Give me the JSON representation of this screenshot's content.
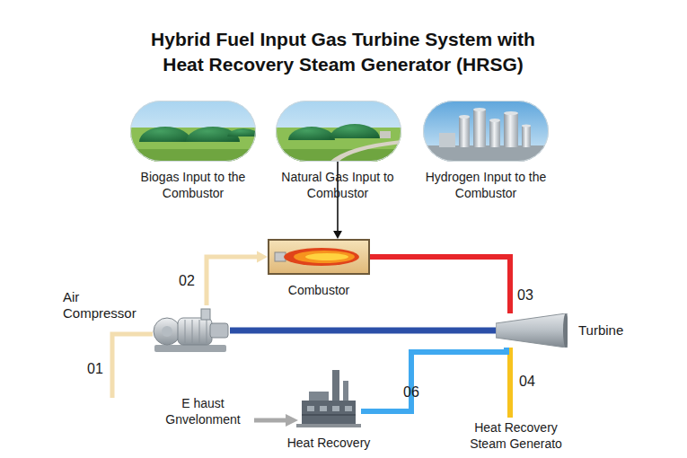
{
  "diagram": {
    "title": "Hybrid Fuel Input Gas Turbine System with Heat Recovery Steam Generator (HRSG)",
    "nodes": [
      {
        "text": [
          "Biogas Input to the Combustor"
        ]
      },
      {
        "text": [
          "Natural Gas Input to Combustor"
        ]
      },
      {
        "text": [
          "Hydrogen Input to the Combustor"
        ]
      },
      {
        "text": [
          "Combustor"
        ]
      },
      {
        "text": [
          "Air Compressor"
        ]
      },
      {
        "text": [
          "Turbine"
        ]
      },
      {
        "text": [
          "Heat Recovery"
        ]
      },
      {
        "text": [
          "Heat Recovery Steam Generato"
        ]
      }
    ],
    "edges": [
      {
        "from": 1,
        "to": 3,
        "arrow": "to"
      },
      {
        "from": 4,
        "to": 3,
        "label": "02",
        "arrow": "to"
      },
      {
        "from": 3,
        "to": 5,
        "label": "03",
        "arrow": "none"
      },
      {
        "from": 4,
        "to": 5,
        "arrow": "none"
      },
      {
        "from": 5,
        "to": 7,
        "label": "04",
        "arrow": "none"
      },
      {
        "from": 6,
        "to": 5,
        "label": "06",
        "arrow": "none"
      }
    ],
    "labels": [
      "01",
      "E haust Gnvelonment"
    ]
  }
}
